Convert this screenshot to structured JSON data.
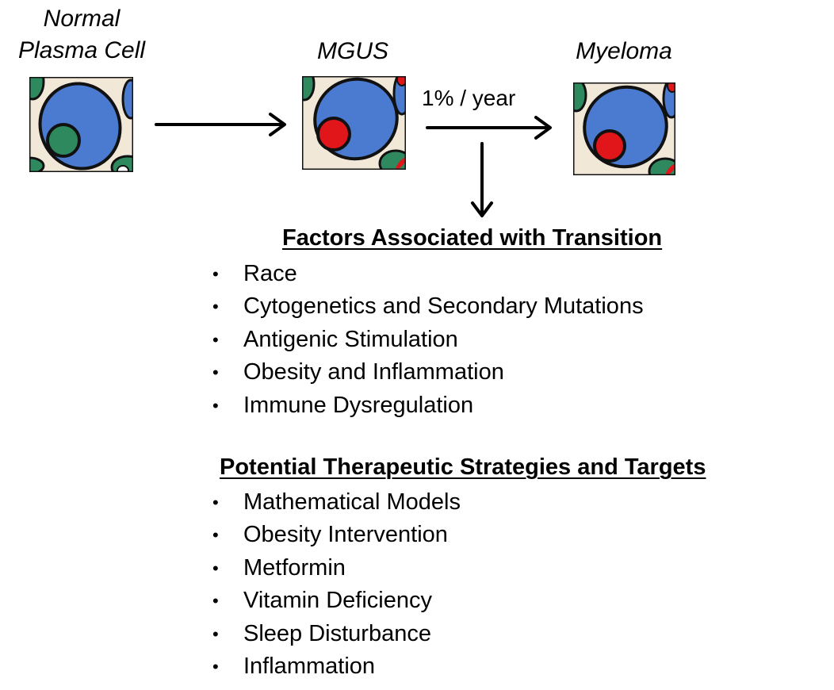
{
  "stages": [
    {
      "label_line1": "Normal",
      "label_line2": "Plasma Cell"
    },
    {
      "label_line1": "MGUS",
      "label_line2": ""
    },
    {
      "label_line1": "Myeloma",
      "label_line2": ""
    }
  ],
  "rate_label": "1% / year",
  "factors": {
    "heading": "Factors Associated with Transition",
    "items": [
      "Race",
      "Cytogenetics and Secondary Mutations",
      "Antigenic Stimulation",
      "Obesity and Inflammation",
      "Immune Dysregulation"
    ]
  },
  "strategies": {
    "heading": "Potential Therapeutic Strategies and Targets",
    "items": [
      "Mathematical Models",
      "Obesity Intervention",
      "Metformin",
      "Vitamin Deficiency",
      "Sleep Disturbance",
      "Inflammation"
    ]
  },
  "colors": {
    "cytoplasm": "#4a7bd0",
    "normal_nucleus": "#2e8a5e",
    "malignant_nucleus": "#e0161b",
    "background": "#f1e8d8"
  }
}
